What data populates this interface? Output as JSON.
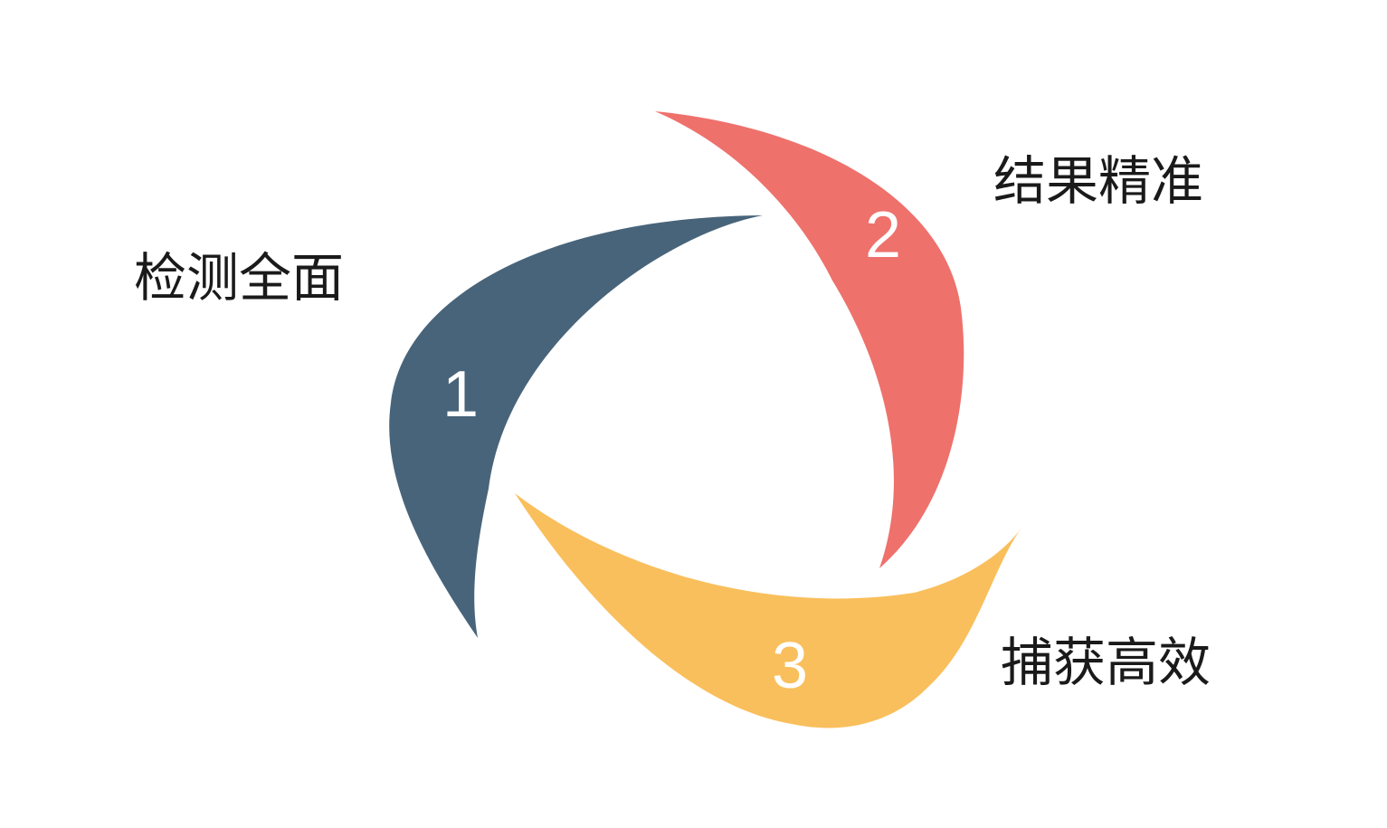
{
  "diagram": {
    "colors": {
      "petal_1": "#48647a",
      "petal_2": "#ee716c",
      "petal_3": "#f9bf5c",
      "numbers": "#ffffff",
      "captions": "#1a1a1a",
      "background": "#ffffff"
    },
    "items": [
      {
        "number": "1",
        "caption": "检测全面"
      },
      {
        "number": "2",
        "caption": "结果精准"
      },
      {
        "number": "3",
        "caption": "捕获高效"
      }
    ]
  }
}
